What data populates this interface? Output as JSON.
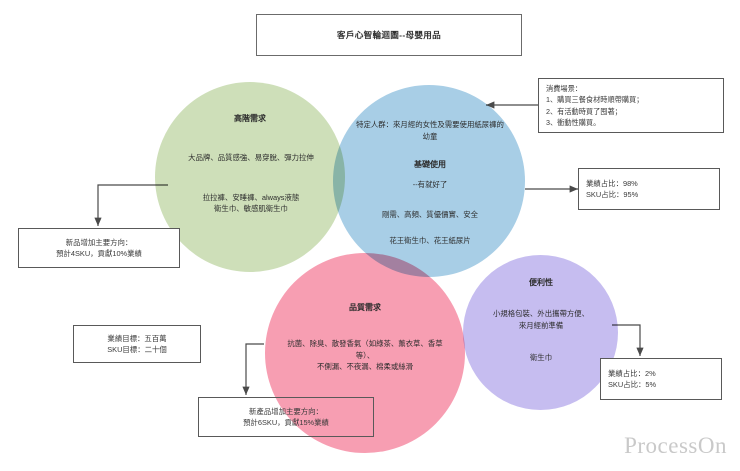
{
  "title": {
    "text": "客戶心智輪迴圖--母嬰用品"
  },
  "venn": {
    "green": {
      "name": "高階需求",
      "attributes": "大品牌、品質感強、易穿脫、彈力拉伸",
      "products": "拉拉褲、安睡褲、always液態\n衛生巾、敏感肌衛生巾",
      "color": "#cedfb9"
    },
    "blue": {
      "audience": "特定人群：來月經的女性及需要使用紙尿褲的\n幼童",
      "name": "基礎使用",
      "tagline": "--有就好了",
      "attributes": "剛需、高頻、質優價實、安全",
      "products": "花王衛生巾、花王紙尿片",
      "color": "#a8cee6"
    },
    "pink": {
      "name": "品質需求",
      "attributes": "抗菌、除臭、散發香氣（如綠茶、薰衣草、香草\n等）、\n不側漏、不夜漏、棉柔或絲滑",
      "color": "#f79eb2"
    },
    "purple": {
      "name": "便利性",
      "attributes": "小規格包裝、外出攜帶方便、\n來月經前準備",
      "products": "衛生巾",
      "color": "#c6bdf0"
    }
  },
  "boxes": {
    "scene": {
      "heading": "消費場景：",
      "items": [
        "1、購買三餐食材時順帶購買；",
        "2、有活動時買了囤著；",
        "3、衝動性購買。"
      ]
    },
    "result_top": {
      "line1": "業績占比：98%",
      "line2": "SKU占比：95%"
    },
    "result_bottom": {
      "line1": "業績占比：2%",
      "line2": "SKU占比：5%"
    },
    "new_product_left": {
      "line1": "新品增加主要方向：",
      "line2": "預計4SKU，貢獻10%業績"
    },
    "goal": {
      "line1": "業績目標：五百萬",
      "line2": "SKU目標：二十個"
    },
    "new_product_bottom": {
      "line1": "新產品增加主要方向：",
      "line2": "預計6SKU，貢獻15%業績"
    }
  },
  "watermark": {
    "text": "ProcessOn"
  }
}
